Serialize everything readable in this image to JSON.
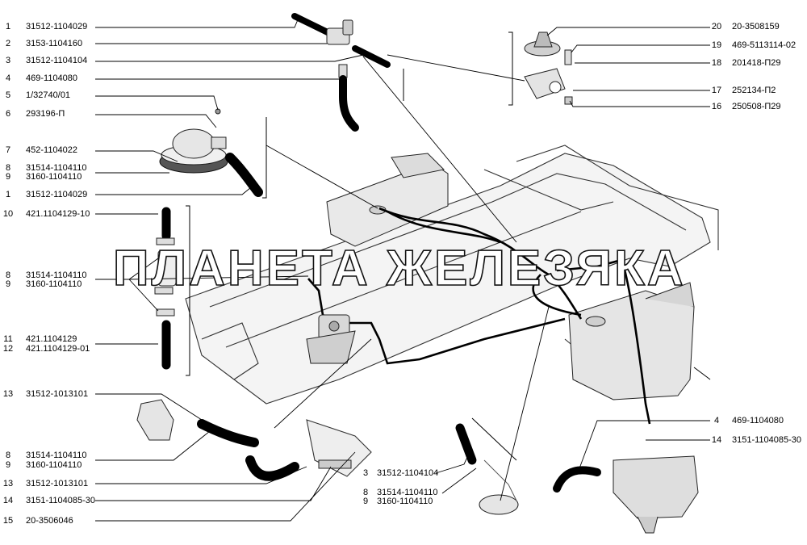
{
  "watermark": "ПЛАНЕТА ЖЕЛЕЗЯКА",
  "callouts_left": [
    {
      "num": "1",
      "code": "31512-1104029"
    },
    {
      "num": "2",
      "code": "3153-1104160"
    },
    {
      "num": "3",
      "code": "31512-1104104"
    },
    {
      "num": "4",
      "code": "469-1104080"
    },
    {
      "num": "5",
      "code": "1/32740/01"
    },
    {
      "num": "6",
      "code": "293196-П"
    },
    {
      "num": "7",
      "code": "452-1104022"
    },
    {
      "num": "8",
      "code": "31514-1104110"
    },
    {
      "num": "9",
      "code": "3160-1104110"
    },
    {
      "num": "1",
      "code": "31512-1104029"
    },
    {
      "num": "10",
      "code": "421.1104129-10"
    },
    {
      "num": "8",
      "code": "31514-1104110"
    },
    {
      "num": "9",
      "code": "3160-1104110"
    },
    {
      "num": "11",
      "code": "421.1104129"
    },
    {
      "num": "12",
      "code": "421.1104129-01"
    },
    {
      "num": "13",
      "code": "31512-1013101"
    },
    {
      "num": "8",
      "code": "31514-1104110"
    },
    {
      "num": "9",
      "code": "3160-1104110"
    },
    {
      "num": "13",
      "code": "31512-1013101"
    },
    {
      "num": "14",
      "code": "3151-1104085-30"
    },
    {
      "num": "15",
      "code": "20-3506046"
    }
  ],
  "callouts_right": [
    {
      "num": "20",
      "code": "20-3508159"
    },
    {
      "num": "19",
      "code": "469-5113114-02"
    },
    {
      "num": "18",
      "code": "201418-П29"
    },
    {
      "num": "17",
      "code": "252134-П2"
    },
    {
      "num": "16",
      "code": "250508-П29"
    },
    {
      "num": "4",
      "code": "469-1104080"
    },
    {
      "num": "14",
      "code": "3151-1104085-30"
    }
  ],
  "callouts_bottom": [
    {
      "num": "3",
      "code": "31512-1104104"
    },
    {
      "num": "8",
      "code": "31514-1104110"
    },
    {
      "num": "9",
      "code": "3160-1104110"
    }
  ]
}
